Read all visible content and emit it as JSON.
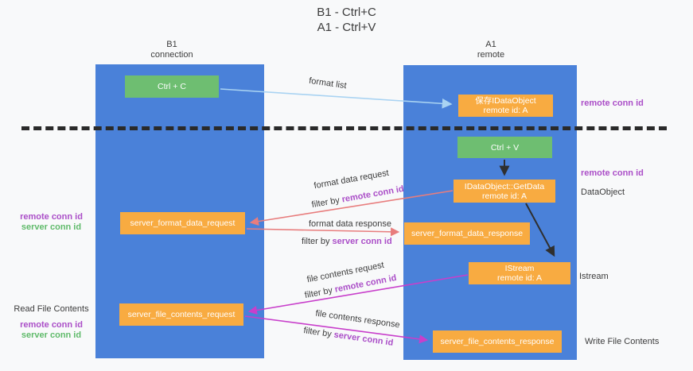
{
  "title": {
    "line1": "B1 - Ctrl+C",
    "line2": "A1 - Ctrl+V"
  },
  "columns": {
    "left": {
      "header_line1": "B1",
      "header_line2": "connection"
    },
    "right": {
      "header_line1": "A1",
      "header_line2": "remote"
    }
  },
  "nodes": {
    "ctrl_c": "Ctrl + C",
    "save_idataobject": {
      "line1": "保存IDataObject",
      "line2": "remote id: A"
    },
    "ctrl_v": "Ctrl + V",
    "getdata": {
      "line1": "IDataObject::GetData",
      "line2": "remote id: A"
    },
    "server_format_data_request": "server_format_data_request",
    "server_format_data_response": "server_format_data_response",
    "istream": {
      "line1": "IStream",
      "line2": "remote id: A"
    },
    "server_file_contents_request": "server_file_contents_request",
    "server_file_contents_response": "server_file_contents_response"
  },
  "side_labels": {
    "left_top": {
      "remote": "remote conn id",
      "server": "server conn id"
    },
    "left_bottom": {
      "title": "Read File Contents",
      "remote": "remote conn id",
      "server": "server conn id"
    },
    "right": {
      "remote_1": "remote conn id",
      "remote_2": "remote conn id",
      "dataobject": "DataObject",
      "istream": "Istream",
      "write": "Write File Contents"
    }
  },
  "flow_labels": {
    "format_list": "format list",
    "format_data_request": "format data request",
    "filter_by_1": "filter by ",
    "remote_conn_id_1": "remote conn id",
    "format_data_response": "format data response",
    "filter_by_2": "filter by ",
    "server_conn_id_2": "server conn id",
    "file_contents_request": "file contents request",
    "filter_by_3": "filter by ",
    "remote_conn_id_3": "remote conn id",
    "file_contents_response": "file contents response",
    "filter_by_4": "filter by ",
    "server_conn_id_4": "server conn id"
  },
  "colors": {
    "background": "#f8f9fa",
    "column_blue": "#4A81D9",
    "node_green": "#6EBE71",
    "node_orange": "#F8AB41",
    "purple_label": "#AB4FC8",
    "green_label": "#5FBA6A",
    "dark_text": "#3C3C3C",
    "arrow_blue": "#A9D3F2",
    "arrow_salmon": "#E87D7D",
    "arrow_magenta": "#C83FCB",
    "arrow_black": "#2F2F2F",
    "dashed_line": "#2A2A2A"
  }
}
